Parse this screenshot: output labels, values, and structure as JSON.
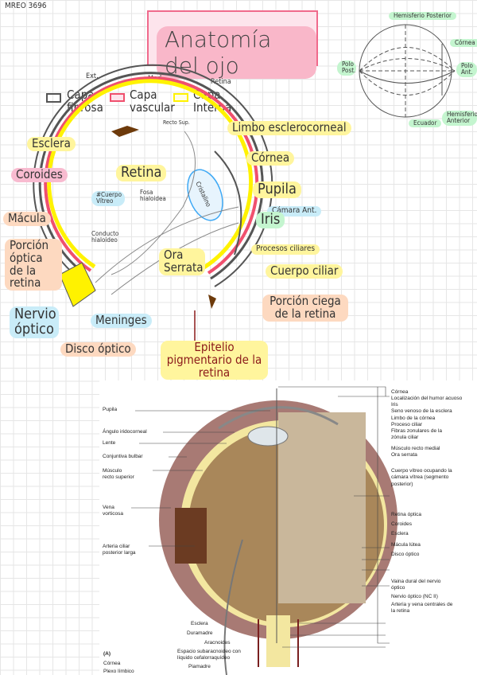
{
  "header": {
    "code": "MREO 3696",
    "title": "Anatomía del ojo"
  },
  "legend": [
    {
      "label": "Capa fibrosa",
      "note": "Ext.",
      "color": "#555555"
    },
    {
      "label": "Capa vascular",
      "note": "Med.",
      "color": "#f0506e"
    },
    {
      "label": "Capa Interna",
      "note": "Retina",
      "color": "#fff200"
    }
  ],
  "globe": {
    "labels": [
      "Hemisferio Posterior",
      "Córnea",
      "Polo Post.",
      "Polo Ant.",
      "Ecuador",
      "Hemisferio Anterior"
    ]
  },
  "diagram": {
    "recto_sup": "Recto Sup.",
    "esclera": "Esclera",
    "coroides": "Coroides",
    "macula": "Mácula",
    "porcion_optica": "Porción óptica de la retina",
    "nervio_optico": "Nervio óptico",
    "meninges": "Meninges",
    "disco_optico": "Disco óptico",
    "epitelio": "Epitelio pigmentario de la retina",
    "retina": "Retina",
    "cuerpo_vitreo": "#Cuerpo Vítreo",
    "fosa": "Fosa hialoidea",
    "conducto": "Conducto hialoideo",
    "cristalino": "Cristalino",
    "limbo": "Limbo esclerocorneal",
    "cornea": "Córnea",
    "pupila": "Pupila",
    "camara": "Cámara Ant.",
    "iris": "Iris",
    "procesos": "Procesos ciliares",
    "cuerpo_ciliar": "Cuerpo ciliar",
    "ora": "Ora Serrata",
    "porcion_ciega": "Porción ciega de la retina"
  },
  "figure": {
    "left": [
      "Pupila",
      "Ángulo iridocorneal",
      "Lente",
      "Conjuntiva bulbar",
      "Músculo recto superior",
      "Vena vorticosa",
      "Arteria ciliar posterior larga"
    ],
    "right": [
      "Córnea",
      "Localización del humor acuoso",
      "Iris",
      "Seno venoso de la esclera",
      "Limbo de la córnea",
      "Proceso ciliar",
      "Fibras zonulares de la zónula ciliar",
      "Músculo recto medial",
      "Ora serrata",
      "Cuerpo vítreo ocupando la cámara vítrea (segmento posterior)",
      "Retina óptica",
      "Coroides",
      "Esclera",
      "Mácula lútea",
      "Disco óptico",
      "Vaina dural del nervio óptico",
      "Nervio óptico (NC II)",
      "Arteria y vena centrales de la retina"
    ],
    "bottom": [
      "Esclera",
      "Duramadre",
      "Aracnoides",
      "Espacio subaracnoideo con líquido cefalorraquídeo",
      "Piamadre"
    ],
    "panel": "(A)",
    "panel_labels": [
      "Córnea",
      "Plexo límbico"
    ]
  }
}
